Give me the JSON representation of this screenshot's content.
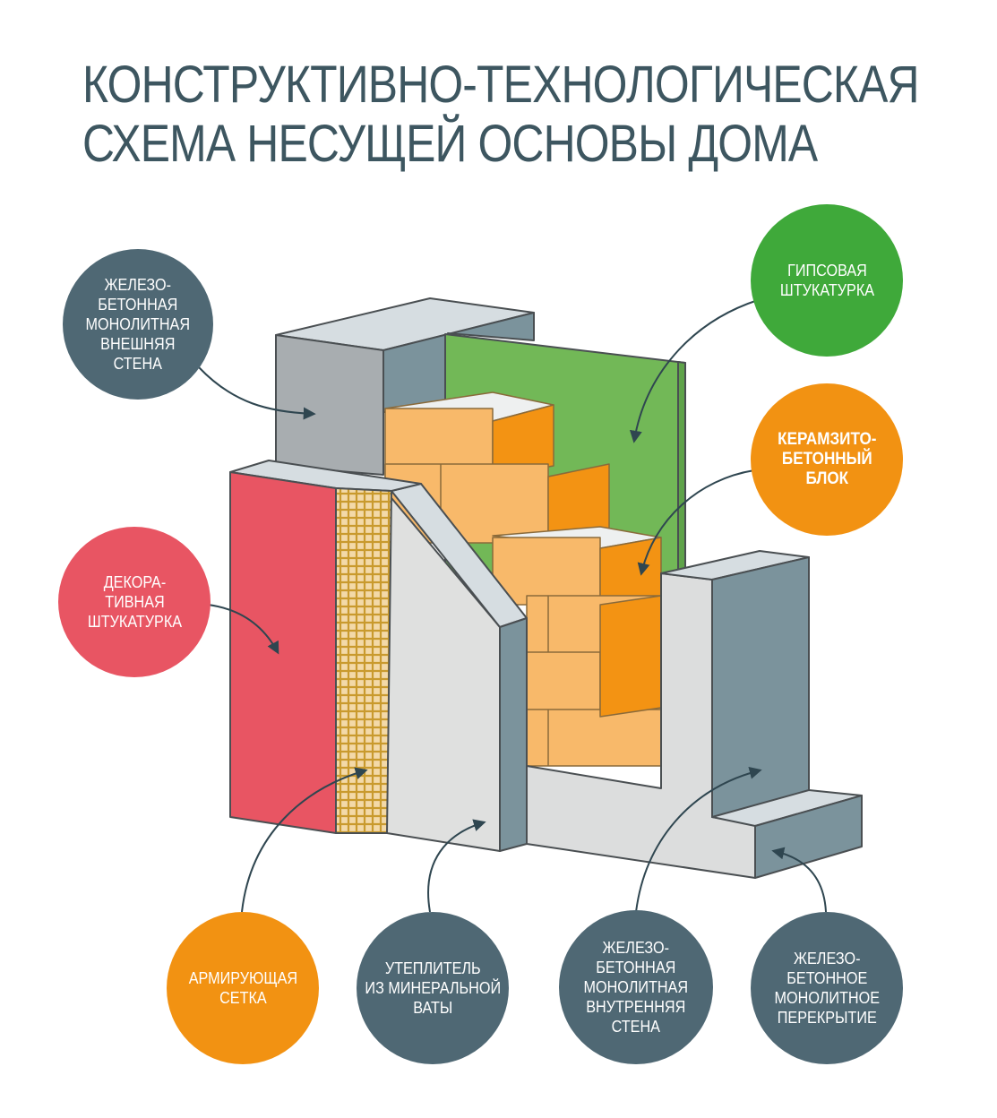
{
  "title": {
    "line1": "КОНСТРУКТИВНО-ТЕХНОЛОГИЧЕСКАЯ",
    "line2": "СХЕМА НЕСУЩЕЙ ОСНОВЫ ДОМА"
  },
  "labels": {
    "outer_wall": "ЖЕЛЕЗО-\nБЕТОННАЯ\nМОНОЛИТНАЯ\nВНЕШНЯЯ\nСТЕНА",
    "gypsum": "ГИПСОВАЯ\nШТУКАТУРКА",
    "block": "КЕРАМЗИТО-\nБЕТОННЫЙ\nБЛОК",
    "decorative": "ДЕКОРА-\nТИВНАЯ\nШТУКАТУРКА",
    "mesh": "АРМИРУЮЩАЯ\nСЕТКА",
    "insulation": "УТЕПЛИТЕЛЬ\nИЗ МИНЕРАЛЬНОЙ\nВАТЫ",
    "inner_wall": "ЖЕЛЕЗО-\nБЕТОННАЯ\nМОНОЛИТНАЯ\nВНУТРЕННЯЯ\nСТЕНА",
    "slab": "ЖЕЛЕЗО-\nБЕТОННОЕ\nМОНОЛИТНОЕ\nПЕРЕКРЫТИЕ"
  },
  "colors": {
    "slate": "#4f6874",
    "green": "#3fa93a",
    "orange": "#f29212",
    "red": "#e85563",
    "title": "#3d5660"
  }
}
